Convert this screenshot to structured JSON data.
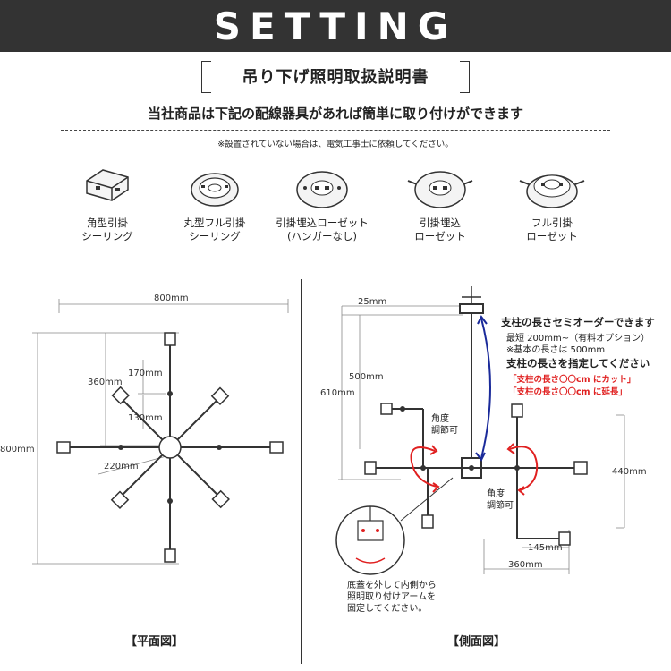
{
  "banner": {
    "title": "SETTING"
  },
  "subtitle": "吊り下げ照明取扱説明書",
  "lead": "当社商品は下記の配線器具があれば簡単に取り付けができます",
  "note": "※設置されていない場合は、電気工事士に依頼してください。",
  "fixtures": [
    {
      "line1": "角型引掛",
      "line2": "シーリング"
    },
    {
      "line1": "丸型フル引掛",
      "line2": "シーリング"
    },
    {
      "line1": "引掛埋込ローゼット",
      "line2": "(ハンガーなし)"
    },
    {
      "line1": "引掛埋込",
      "line2": "ローゼット"
    },
    {
      "line1": "フル引掛",
      "line2": "ローゼット"
    }
  ],
  "plan": {
    "caption": "【平面図】",
    "dim_width": "800mm",
    "dim_height": "800mm",
    "dim_360": "360mm",
    "dim_170": "170mm",
    "dim_130": "130mm",
    "dim_220": "220mm"
  },
  "side": {
    "caption": "【側面図】",
    "dim_25": "25mm",
    "dim_500": "500mm",
    "dim_610": "610mm",
    "dim_440": "440mm",
    "dim_145": "145mm",
    "dim_360": "360mm",
    "angle_label_1": "角度",
    "angle_label_1b": "調節可",
    "angle_label_2": "角度",
    "angle_label_2b": "調節可",
    "pole_title": "支柱の長さセミオーダーできます",
    "pole_line1": "最短 200mm~（有料オプション）",
    "pole_line2": "※基本の長さは 500mm",
    "pole_bold": "支柱の長さを指定してください",
    "pole_red1": "「支柱の長さ〇〇cm にカット」",
    "pole_red2": "「支柱の長さ〇〇cm に延長」",
    "detail_line1": "底蓋を外して内側から",
    "detail_line2": "照明取り付けアームを",
    "detail_line3": "固定してください。"
  },
  "colors": {
    "banner": "#333333",
    "red": "#e02020",
    "blue": "#1a2a9a"
  }
}
